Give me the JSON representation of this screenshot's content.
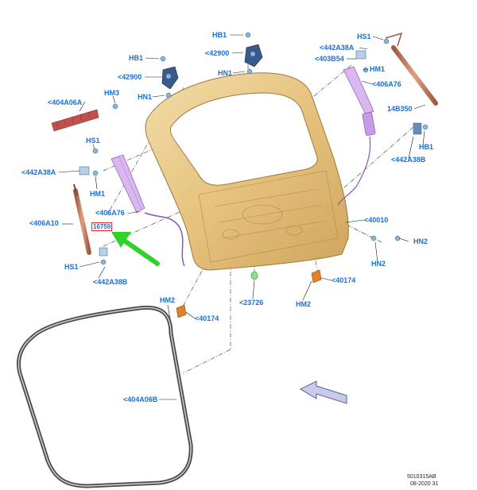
{
  "labels": [
    {
      "id": "hb1-top",
      "text": "HB1"
    },
    {
      "id": "hs1-tr",
      "text": "HS1"
    },
    {
      "id": "442a38a-tr",
      "text": "<442A38A"
    },
    {
      "id": "hb1-l",
      "text": "HB1"
    },
    {
      "id": "42900-r",
      "text": "<42900"
    },
    {
      "id": "403b54",
      "text": "<403B54"
    },
    {
      "id": "hm1-tr",
      "text": "HM1"
    },
    {
      "id": "42900-l",
      "text": "<42900"
    },
    {
      "id": "hn1-top",
      "text": "HN1"
    },
    {
      "id": "406a76-r",
      "text": "<406A76"
    },
    {
      "id": "hn1-l",
      "text": "HN1"
    },
    {
      "id": "hm3",
      "text": "HM3"
    },
    {
      "id": "404a06a",
      "text": "<404A06A"
    },
    {
      "id": "14b350",
      "text": "14B350"
    },
    {
      "id": "hs1-l",
      "text": "HS1"
    },
    {
      "id": "hb1-r",
      "text": "HB1"
    },
    {
      "id": "442a38b-r",
      "text": "<442A38B"
    },
    {
      "id": "442a38a-l",
      "text": "<442A38A"
    },
    {
      "id": "hm1-l",
      "text": "HM1"
    },
    {
      "id": "406a76-l",
      "text": "<406A76"
    },
    {
      "id": "40010",
      "text": "<40010"
    },
    {
      "id": "406a10",
      "text": "<406A10"
    },
    {
      "id": "16759",
      "text": "16759"
    },
    {
      "id": "hn2-r",
      "text": "HN2"
    },
    {
      "id": "hn2-c",
      "text": "HN2"
    },
    {
      "id": "hs1-bl",
      "text": "HS1"
    },
    {
      "id": "442a38b-l",
      "text": "<442A38B"
    },
    {
      "id": "40174-r",
      "text": "<40174"
    },
    {
      "id": "23726",
      "text": "<23726"
    },
    {
      "id": "hm2-r",
      "text": "HM2"
    },
    {
      "id": "hm2-l",
      "text": "HM2"
    },
    {
      "id": "40174-l",
      "text": "<40174"
    },
    {
      "id": "404a06b",
      "text": "<404A06B"
    }
  ],
  "drawing_code": "5010315AB",
  "drawing_date": "08-2020 31",
  "colors": {
    "label": "#1a6fd8",
    "highlight_box": "#e0202a",
    "pointer_arrow": "#2fd12a",
    "liftgate": "#e8c98a",
    "weatherstrip": "#4a4a4a",
    "gas_strut": "#c07a5a",
    "wiring": "#b07ad8",
    "molding": "#c0504d"
  }
}
